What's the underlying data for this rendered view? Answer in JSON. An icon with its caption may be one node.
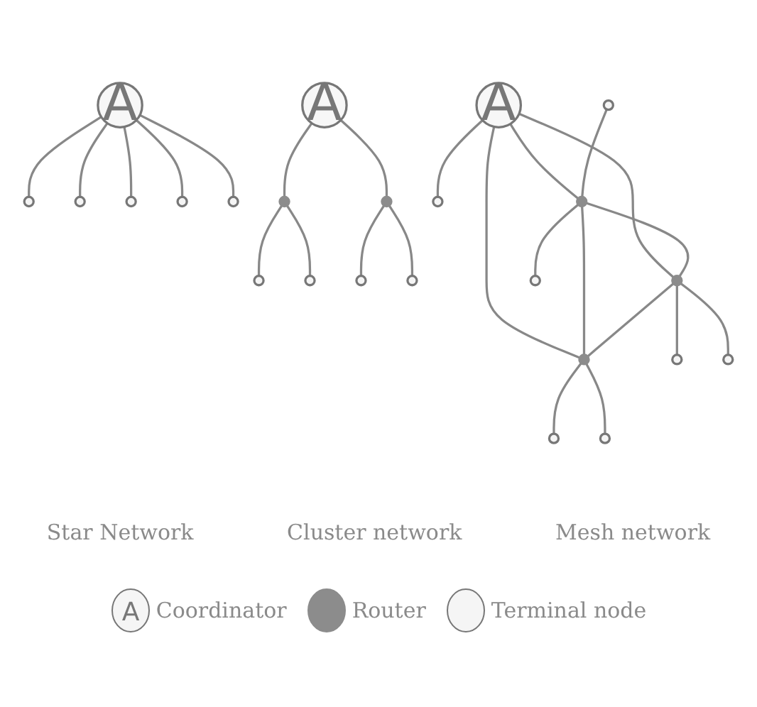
{
  "diagram": {
    "nodes": [
      {
        "text": [
          "A"
        ]
      },
      {
        "text": [],
        "shape": "circle"
      },
      {
        "text": [],
        "shape": "circle"
      },
      {
        "text": [],
        "shape": "circle"
      },
      {
        "text": [],
        "shape": "circle"
      },
      {
        "text": [],
        "shape": "circle"
      },
      {
        "text": [
          "A"
        ]
      },
      {
        "text": [],
        "shape": "circle"
      },
      {
        "text": [],
        "shape": "circle"
      },
      {
        "text": [],
        "shape": "circle"
      },
      {
        "text": [],
        "shape": "circle"
      },
      {
        "text": [],
        "shape": "circle"
      },
      {
        "text": [],
        "shape": "circle"
      },
      {
        "text": [
          "A"
        ]
      },
      {
        "text": [],
        "shape": "circle"
      },
      {
        "text": [],
        "shape": "circle"
      },
      {
        "text": [],
        "shape": "circle"
      },
      {
        "text": [],
        "shape": "circle"
      },
      {
        "text": [],
        "shape": "circle"
      },
      {
        "text": [],
        "shape": "circle"
      },
      {
        "text": [],
        "shape": "circle"
      },
      {
        "text": [],
        "shape": "circle"
      },
      {
        "text": [],
        "shape": "circle"
      },
      {
        "text": [],
        "shape": "circle"
      }
    ],
    "edges": [
      {
        "from": 0,
        "to": 1,
        "arrow": "none"
      },
      {
        "from": 0,
        "to": 2,
        "arrow": "none"
      },
      {
        "from": 0,
        "to": 3,
        "arrow": "none"
      },
      {
        "from": 0,
        "to": 4,
        "arrow": "none"
      },
      {
        "from": 0,
        "to": 5,
        "arrow": "none"
      },
      {
        "from": 6,
        "to": 7,
        "arrow": "none"
      },
      {
        "from": 6,
        "to": 8,
        "arrow": "none"
      },
      {
        "from": 7,
        "to": 9,
        "arrow": "none"
      },
      {
        "from": 7,
        "to": 10,
        "arrow": "none"
      },
      {
        "from": 8,
        "to": 11,
        "arrow": "none"
      },
      {
        "from": 8,
        "to": 12,
        "arrow": "none"
      },
      {
        "from": 13,
        "to": 14,
        "arrow": "none"
      },
      {
        "from": 13,
        "to": 16,
        "arrow": "none"
      },
      {
        "from": 13,
        "to": 19,
        "arrow": "none"
      },
      {
        "from": 13,
        "to": 17,
        "arrow": "none"
      },
      {
        "from": 16,
        "to": 17,
        "arrow": "none"
      },
      {
        "from": 16,
        "to": 19,
        "arrow": "none"
      },
      {
        "from": 19,
        "to": 17,
        "arrow": "none"
      },
      {
        "from": 15,
        "to": 16,
        "arrow": "none"
      },
      {
        "from": 16,
        "to": 20,
        "arrow": "none"
      },
      {
        "from": 17,
        "to": 18,
        "arrow": "none"
      },
      {
        "from": 17,
        "to": 21,
        "arrow": "none"
      },
      {
        "from": 19,
        "to": 22,
        "arrow": "none"
      },
      {
        "from": 19,
        "to": 23,
        "arrow": "none"
      }
    ],
    "labels": [
      "Star Network",
      "Cluster network",
      "Mesh network",
      "A"
    ],
    "legend": [
      {
        "text": "Coordinator"
      },
      {
        "text": "Router",
        "color": "#8c8c8c"
      },
      {
        "text": "Terminal node"
      }
    ]
  }
}
